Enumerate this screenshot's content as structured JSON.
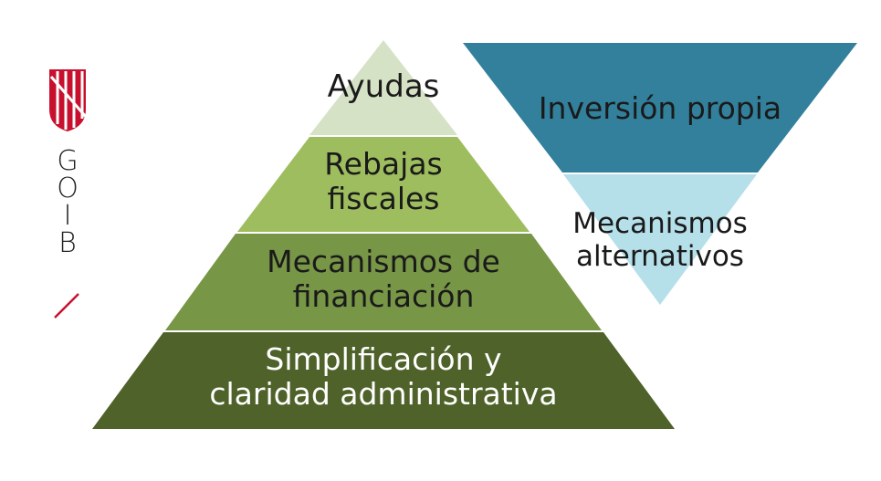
{
  "logo": {
    "letters": [
      "G",
      "O",
      "I",
      "B"
    ],
    "colors": {
      "red": "#c8102e"
    }
  },
  "pyramid": {
    "tiers": [
      {
        "label": "Ayudas",
        "color": "#d6e2c6"
      },
      {
        "label": "Rebajas\nfiscales",
        "color": "#9ebd5e"
      },
      {
        "label": "Mecanismos de\nfinanciación",
        "color": "#779646"
      },
      {
        "label": "Simplificación y\nclaridad administrativa",
        "color": "#4e6229"
      }
    ]
  },
  "funnel": {
    "tiers": [
      {
        "label": "Inversión propia",
        "color": "#32809c"
      },
      {
        "label": "Mecanismos\nalternativos",
        "color": "#b5dfe9"
      }
    ]
  }
}
